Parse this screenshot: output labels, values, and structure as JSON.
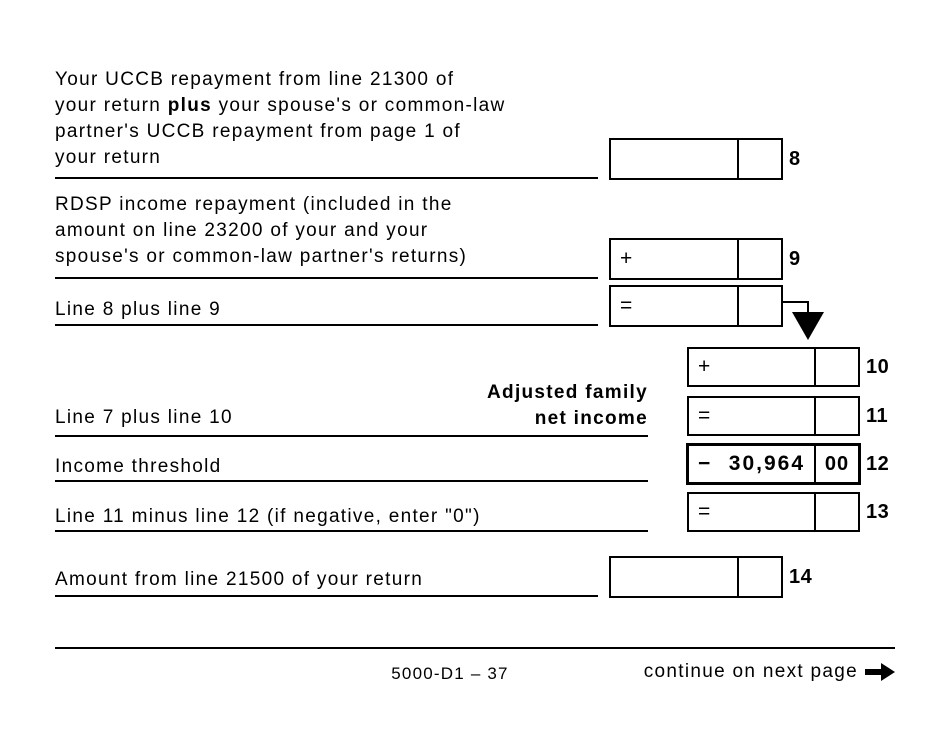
{
  "rows": {
    "r8": {
      "line1": "Your UCCB repayment from line 21300 of",
      "line2_pre": "your return ",
      "line2_bold": "plus",
      "line2_post": " your spouse's or common-law",
      "line3": "partner's UCCB repayment from page 1 of",
      "line4": "your return",
      "num": "8"
    },
    "r9": {
      "line1": "RDSP income repayment (included in the",
      "line2": "amount on line 23200 of your and your",
      "line3": "spouse's or common-law partner's returns)",
      "op": "+",
      "num": "9"
    },
    "rsum": {
      "label": "Line 8 plus line 9",
      "op": "="
    },
    "r10": {
      "op": "+",
      "num": "10"
    },
    "r11": {
      "label": "Line 7 plus line 10",
      "side_line1": "Adjusted family",
      "side_line2": "net income",
      "op": "=",
      "num": "11"
    },
    "r12": {
      "label": "Income threshold",
      "op": "−",
      "amount": "30,964",
      "cents": "00",
      "num": "12"
    },
    "r13": {
      "label": "Line 11 minus line 12 (if negative, enter \"0\")",
      "op": "=",
      "num": "13"
    },
    "r14": {
      "label": "Amount from line 21500 of your return",
      "num": "14"
    }
  },
  "footer": {
    "form_code": "5000-D1 – 37",
    "continue_text": "continue on next page"
  },
  "colors": {
    "ink": "#000000",
    "paper": "#ffffff"
  }
}
